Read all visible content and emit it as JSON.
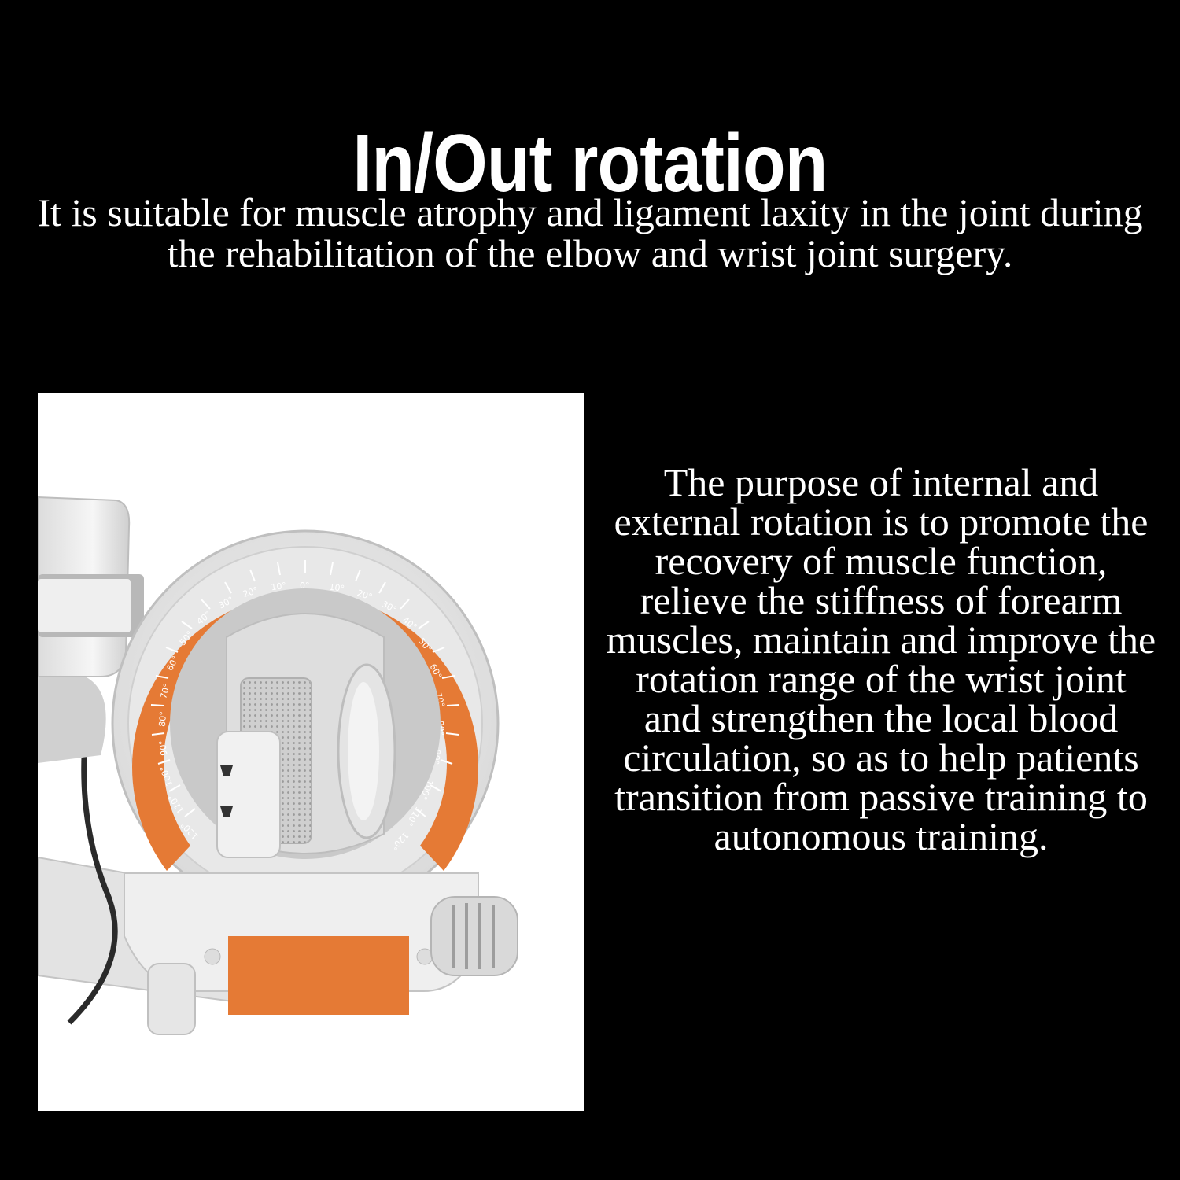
{
  "heading": "In/Out rotation",
  "intro_text": "It is suitable for muscle atrophy and ligament laxity in the joint during the rehabilitation of the elbow and wrist joint surgery.",
  "purpose_text": "The purpose of internal and external rotation is to promote the recovery of muscle function, relieve the stiffness of forearm muscles, maintain and improve the rotation range of the wrist joint and strengthen the local blood circulation, so as to help patients transition from passive training to autonomous training.",
  "colors": {
    "background": "#000000",
    "text": "#ffffff",
    "panel": "#ffffff",
    "accent_orange": "#e57a35"
  },
  "device_scale": {
    "left": [
      "120°",
      "110°",
      "100°",
      "90°",
      "80°",
      "70°",
      "60°",
      "50°",
      "40°",
      "30°",
      "20°",
      "10°"
    ],
    "center": "0°",
    "right": [
      "10°",
      "20°",
      "30°",
      "40°",
      "50°",
      "60°",
      "70°",
      "80°",
      "90°",
      "100°",
      "110°",
      "120°"
    ]
  }
}
